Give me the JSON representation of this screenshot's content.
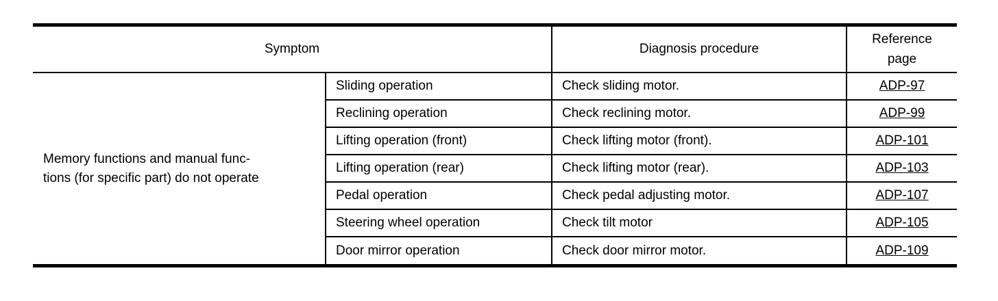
{
  "table": {
    "header": {
      "symptom": "Symptom",
      "diagnosis": "Diagnosis procedure",
      "reference": "Reference\npage"
    },
    "symptom_group": "Memory functions and manual func-\ntions (for specific part) do not operate",
    "rows": [
      {
        "symptom": "Sliding operation",
        "diagnosis": "Check sliding motor.",
        "reference": "ADP-97"
      },
      {
        "symptom": "Reclining operation",
        "diagnosis": "Check reclining motor.",
        "reference": "ADP-99"
      },
      {
        "symptom": "Lifting operation (front)",
        "diagnosis": "Check lifting motor (front).",
        "reference": "ADP-101"
      },
      {
        "symptom": "Lifting operation (rear)",
        "diagnosis": "Check lifting motor (rear).",
        "reference": "ADP-103"
      },
      {
        "symptom": "Pedal operation",
        "diagnosis": "Check pedal adjusting motor.",
        "reference": "ADP-107"
      },
      {
        "symptom": "Steering wheel operation",
        "diagnosis": "Check tilt motor",
        "reference": "ADP-105"
      },
      {
        "symptom": "Door mirror operation",
        "diagnosis": "Check door mirror motor.",
        "reference": "ADP-109"
      }
    ]
  }
}
